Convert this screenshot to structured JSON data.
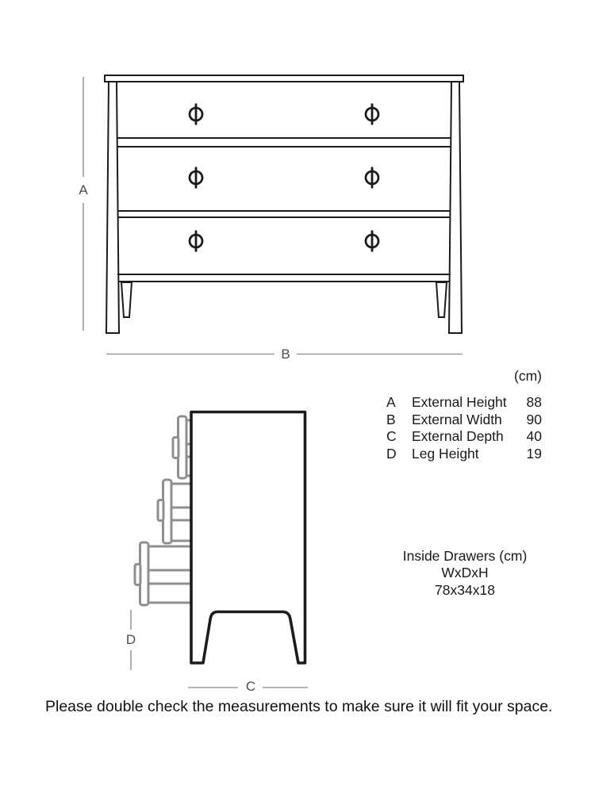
{
  "measurements": {
    "unit_header": "(cm)",
    "rows": [
      {
        "key": "A",
        "label": "External Height",
        "value": "88"
      },
      {
        "key": "B",
        "label": "External Width",
        "value": "90"
      },
      {
        "key": "C",
        "label": "External Depth",
        "value": "40"
      },
      {
        "key": "D",
        "label": "Leg Height",
        "value": "19"
      }
    ]
  },
  "inside_drawers": {
    "title": "Inside Drawers (cm)",
    "format": "WxDxH",
    "size": "78x34x18"
  },
  "note": "Please double check the measurements to make sure it will fit your space.",
  "colors": {
    "line": "#1c1c1c",
    "dimension_line": "#9b9b9b",
    "dimension_label": "#4d4d4d",
    "drawer_gray": "#8f8f8f"
  }
}
